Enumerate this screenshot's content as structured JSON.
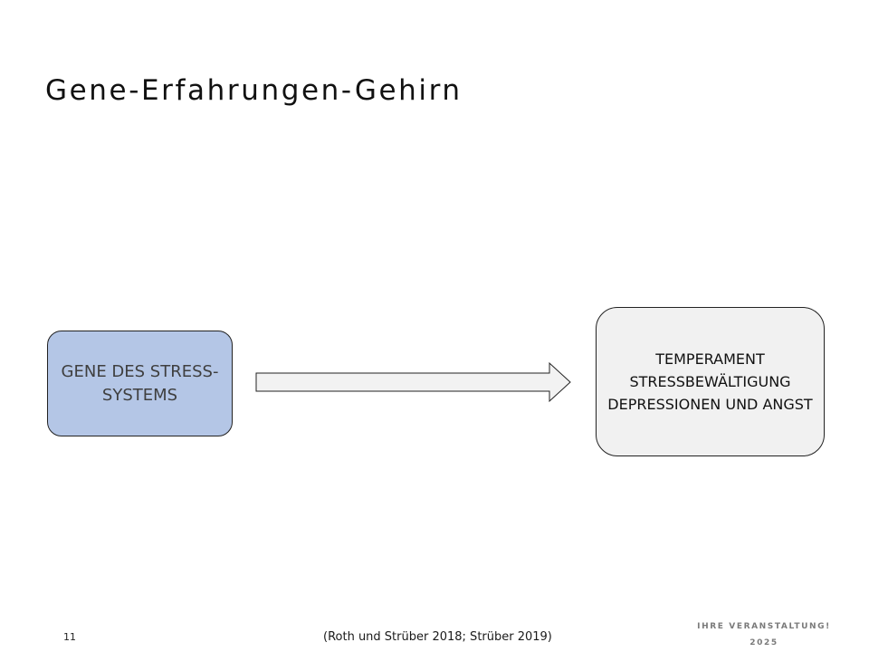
{
  "slide": {
    "title": "Gene-Erfahrungen-Gehirn",
    "left_box_text": "GENE DES STRESS-SYSTEMS",
    "right_box_text": "TEMPERAMENT STRESSBEWÄLTIGUNG DEPRESSIONEN UND ANGST",
    "page_number": "11",
    "citation": "(Roth und Strüber 2018; Strüber 2019)",
    "event_label": "IHRE VERANSTALTUNG!",
    "event_year": "2025"
  },
  "colors": {
    "left_box_fill": "#b4c6e6",
    "right_box_fill": "#f1f1f1",
    "arrow_fill": "#f2f2f2",
    "border": "#222222"
  }
}
